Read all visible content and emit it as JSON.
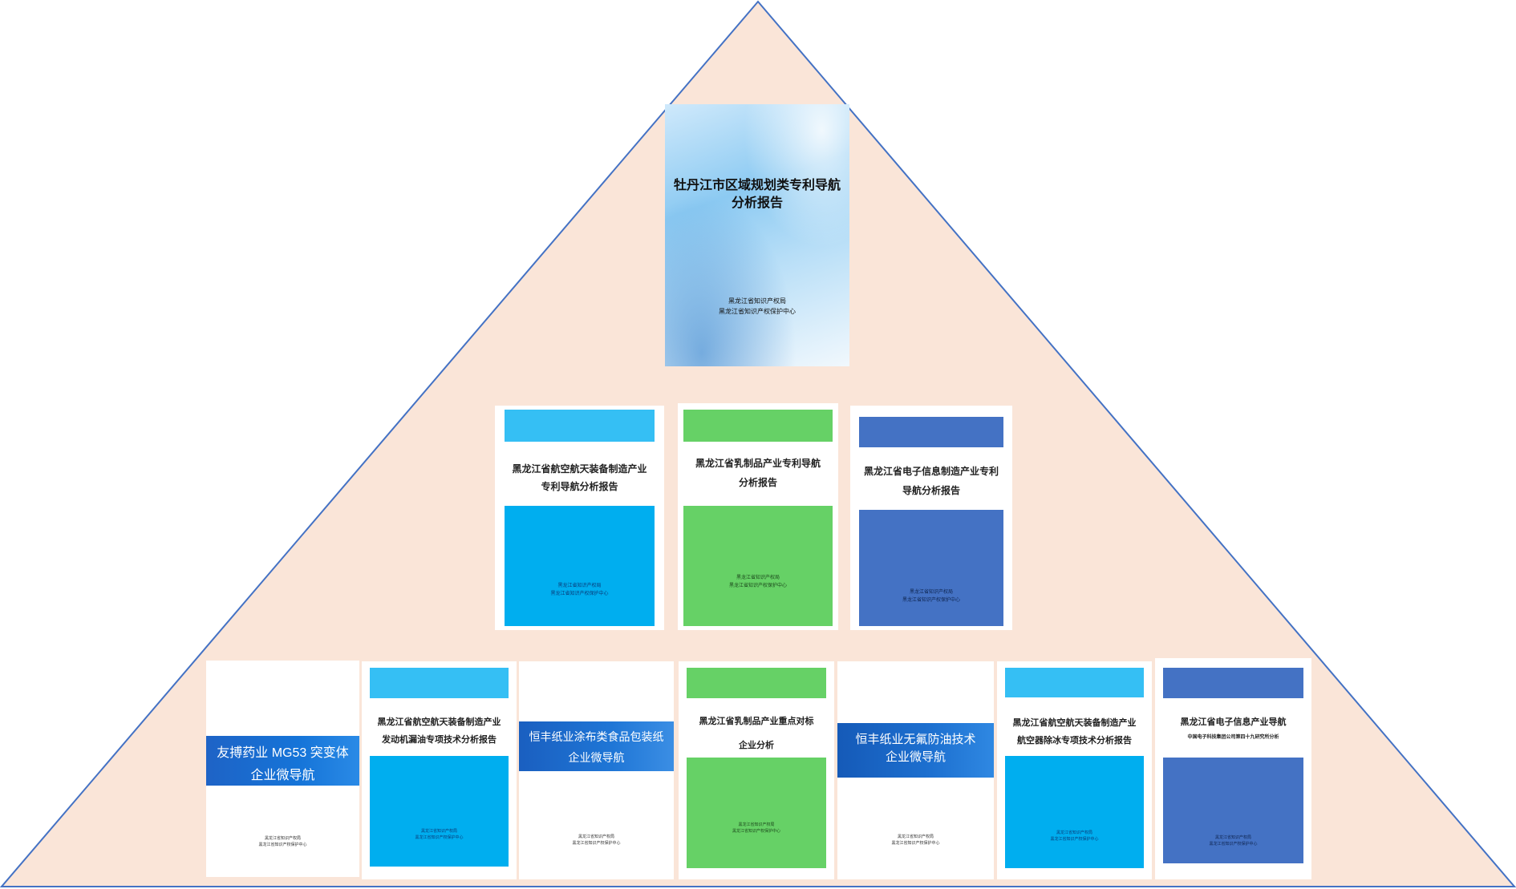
{
  "colors": {
    "pyramid_fill": "#fae5d8",
    "pyramid_stroke": "#4472c4",
    "light_blue": "#35bff4",
    "cyan": "#00aeef",
    "green": "#66d166",
    "steel_blue": "#4472c4",
    "banner_blue": "#1565c0"
  },
  "top": {
    "title_line1": "牡丹江市区域规划类专利导航",
    "title_line2": "分析报告",
    "org_line1": "黑龙江省知识产权局",
    "org_line2": "黑龙江省知识产权保护中心"
  },
  "middle": [
    {
      "title_line1": "黑龙江省航空航天装备制造产业",
      "title_line2": "专利导航分析报告",
      "org_line1": "黑龙江省知识产权局",
      "org_line2": "黑龙江省知识产权保护中心"
    },
    {
      "title_line1": "黑龙江省乳制品产业专利导航",
      "title_line2": "分析报告",
      "org_line1": "黑龙江省知识产权局",
      "org_line2": "黑龙江省知识产权保护中心"
    },
    {
      "title_line1": "黑龙江省电子信息制造产业专利",
      "title_line2": "导航分析报告",
      "org_line1": "黑龙江省知识产权局",
      "org_line2": "黑龙江省知识产权保护中心"
    }
  ],
  "bottom": [
    {
      "title_line1": "友搏药业 MG53 突变体",
      "title_line2": "企业微导航",
      "org_line1": "黑龙江省知识产权局",
      "org_line2": "黑龙江省知识产权保护中心"
    },
    {
      "title_line1": "黑龙江省航空航天装备制造产业",
      "title_line2": "发动机漏油专项技术分析报告",
      "org_line1": "黑龙江省知识产权局",
      "org_line2": "黑龙江省知识产权保护中心"
    },
    {
      "title_line1": "恒丰纸业涂布类食品包装纸",
      "title_line2": "企业微导航",
      "org_line1": "黑龙江省知识产权局",
      "org_line2": "黑龙江省知识产权保护中心"
    },
    {
      "title_line1": "黑龙江省乳制品产业重点对标",
      "title_line2": "企业分析",
      "org_line1": "黑龙江省知识产权局",
      "org_line2": "黑龙江省知识产权保护中心"
    },
    {
      "title_line1": "恒丰纸业无氟防油技术",
      "title_line2": "企业微导航",
      "org_line1": "黑龙江省知识产权局",
      "org_line2": "黑龙江省知识产权保护中心"
    },
    {
      "title_line1": "黑龙江省航空航天装备制造产业",
      "title_line2": "航空器除冰专项技术分析报告",
      "org_line1": "黑龙江省知识产权局",
      "org_line2": "黑龙江省知识产权保护中心"
    },
    {
      "title_line1": "黑龙江省电子信息产业导航",
      "title_line2": "中国电子科技集团公司第四十九研究所分析",
      "org_line1": "黑龙江省知识产权局",
      "org_line2": "黑龙江省知识产权保护中心"
    }
  ]
}
